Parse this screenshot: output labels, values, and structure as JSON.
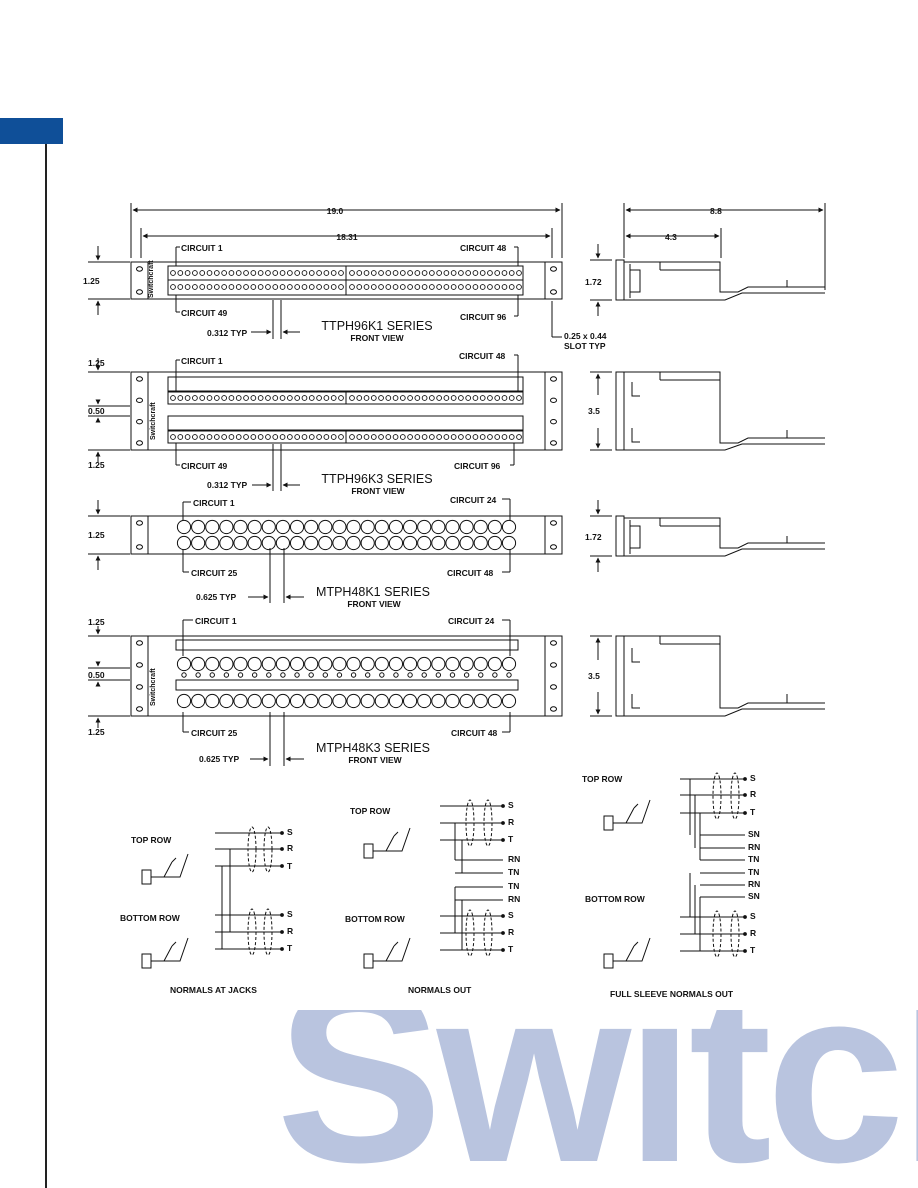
{
  "brand": {
    "accent": "#0f4f98",
    "watermark_color": "#b9c4df",
    "watermark_text": "Switcl"
  },
  "panels": [
    {
      "series": "TTPH96K1 SERIES",
      "view": "FRONT VIEW",
      "width_overall": "19.0",
      "width_inner": "18.31",
      "left_dims": [
        "1.25"
      ],
      "side_height": "1.72",
      "circuit_tl": "CIRCUIT 1",
      "circuit_tr": "CIRCUIT 48",
      "circuit_bl": "CIRCUIT 49",
      "circuit_br": "CIRCUIT 96",
      "pitch": "0.312 TYP",
      "slot": [
        "0.25 x 0.44",
        "SLOT TYP"
      ],
      "side_dims": [
        "8.8",
        "4.3"
      ],
      "logo": "Switchcraft"
    },
    {
      "series": "TTPH96K3 SERIES",
      "view": "FRONT VIEW",
      "left_dims": [
        "1.25",
        "0.50",
        "1.25"
      ],
      "side_height": "3.5",
      "circuit_tl": "CIRCUIT 1",
      "circuit_tr": "CIRCUIT 48",
      "circuit_bl": "CIRCUIT 49",
      "circuit_br": "CIRCUIT 96",
      "pitch": "0.312 TYP",
      "logo": "Switchcraft"
    },
    {
      "series": "MTPH48K1 SERIES",
      "view": "FRONT VIEW",
      "left_dims": [
        "1.25"
      ],
      "side_height": "1.72",
      "circuit_tl": "CIRCUIT 1",
      "circuit_tr": "CIRCUIT 24",
      "circuit_bl": "CIRCUIT 25",
      "circuit_br": "CIRCUIT 48",
      "pitch": "0.625 TYP"
    },
    {
      "series": "MTPH48K3 SERIES",
      "view": "FRONT VIEW",
      "left_dims": [
        "1.25",
        "0.50",
        "1.25"
      ],
      "side_height": "3.5",
      "circuit_tl": "CIRCUIT 1",
      "circuit_tr": "CIRCUIT 24",
      "circuit_bl": "CIRCUIT 25",
      "circuit_br": "CIRCUIT 48",
      "pitch": "0.625 TYP",
      "logo": "Switchcraft"
    }
  ],
  "schematics": [
    {
      "caption": "NORMALS AT JACKS",
      "top": "TOP ROW",
      "bottom": "BOTTOM ROW",
      "top_terms": [
        "S",
        "R",
        "T"
      ],
      "bottom_terms": [
        "S",
        "R",
        "T"
      ],
      "mid_terms": []
    },
    {
      "caption": "NORMALS OUT",
      "top": "TOP ROW",
      "bottom": "BOTTOM ROW",
      "top_terms": [
        "S",
        "R",
        "T"
      ],
      "bottom_terms": [
        "S",
        "R",
        "T"
      ],
      "mid_terms": [
        "RN",
        "TN",
        "TN",
        "RN"
      ]
    },
    {
      "caption": "FULL SLEEVE NORMALS OUT",
      "top": "TOP ROW",
      "bottom": "BOTTOM ROW",
      "top_terms": [
        "S",
        "R",
        "T"
      ],
      "bottom_terms": [
        "S",
        "R",
        "T"
      ],
      "mid_terms": [
        "SN",
        "RN",
        "TN",
        "TN",
        "RN",
        "SN"
      ]
    }
  ]
}
